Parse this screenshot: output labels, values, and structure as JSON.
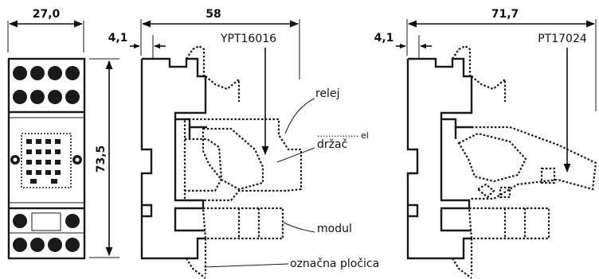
{
  "dimensions": {
    "front_width": "27,0",
    "side_depth_1": "58",
    "side_depth_2": "71,7",
    "offset_1": "4,1",
    "offset_2": "4,1",
    "height": "73,5"
  },
  "part_numbers": {
    "left": "YPT16016",
    "right": "PT17024"
  },
  "labels": {
    "relay": "relej",
    "holder": "držač",
    "holder_ghost": "el",
    "module": "modul",
    "marker_plate": "označna pločica"
  }
}
